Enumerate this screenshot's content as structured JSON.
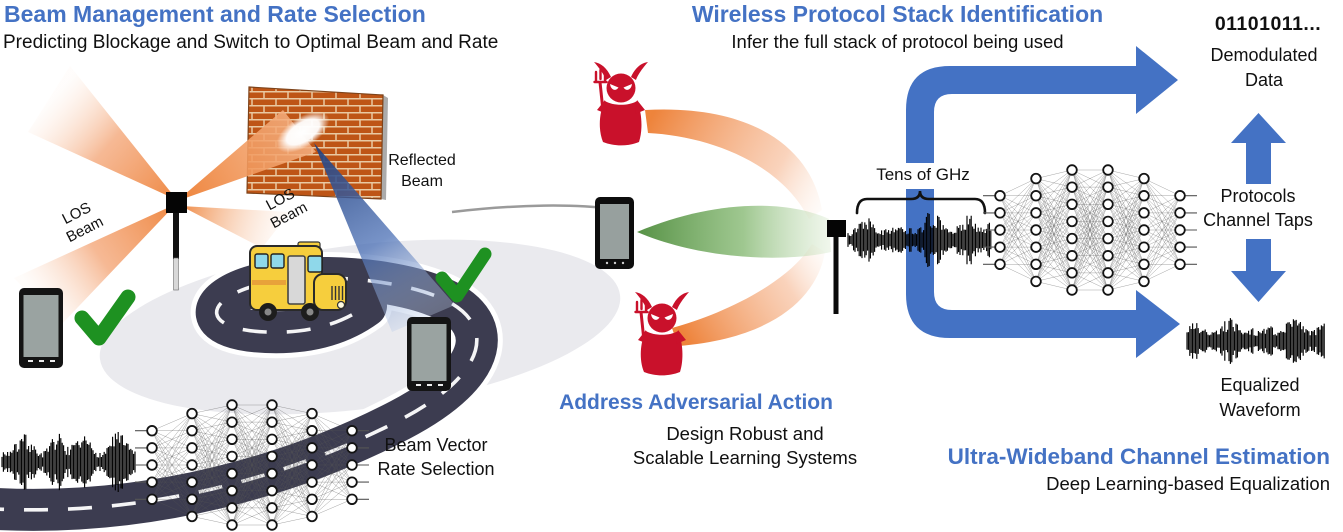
{
  "colors": {
    "title_blue": "#4472C4",
    "arrow_blue": "#4472C4",
    "beam_orange": "#ED7D31",
    "beam_green": "#4E8C3C",
    "reflected_blue": "#24417C",
    "devil_red": "#C9112B",
    "check_green": "#1E9121",
    "brick_orange": "#BE5516",
    "road_dark": "#3C3C50",
    "bus_yellow": "#F6CE3D"
  },
  "beam_management": {
    "title": "Beam Management and Rate Selection",
    "subtitle": "Predicting Blockage and Switch to Optimal Beam and Rate",
    "los_label_1": {
      "line1": "LOS",
      "line2": "Beam"
    },
    "los_label_2": {
      "line1": "LOS",
      "line2": "Beam"
    },
    "reflected_label": {
      "line1": "Reflected",
      "line2": "Beam"
    },
    "output_label": {
      "line1": "Beam Vector",
      "line2": "Rate Selection"
    }
  },
  "protocol_identification": {
    "title": "Wireless Protocol Stack Identification",
    "subtitle": "Infer the full stack of protocol being used",
    "bandwidth_label": "Tens of GHz",
    "binary_output": "01101011...",
    "demodulated_label": {
      "line1": "Demodulated",
      "line2": "Data"
    },
    "intermediate_label": {
      "line1": "Protocols",
      "line2": "Channel Taps"
    }
  },
  "adversarial": {
    "title": "Address Adversarial Action",
    "subtitle_line1": "Design Robust and",
    "subtitle_line2": "Scalable Learning Systems"
  },
  "uwb": {
    "title": "Ultra-Wideband Channel Estimation",
    "subtitle": "Deep Learning-based Equalization",
    "equalized_label": {
      "line1": "Equalized",
      "line2": "Waveform"
    }
  },
  "neural_network": {
    "layers": [
      5,
      7,
      8,
      8,
      7,
      5
    ]
  }
}
